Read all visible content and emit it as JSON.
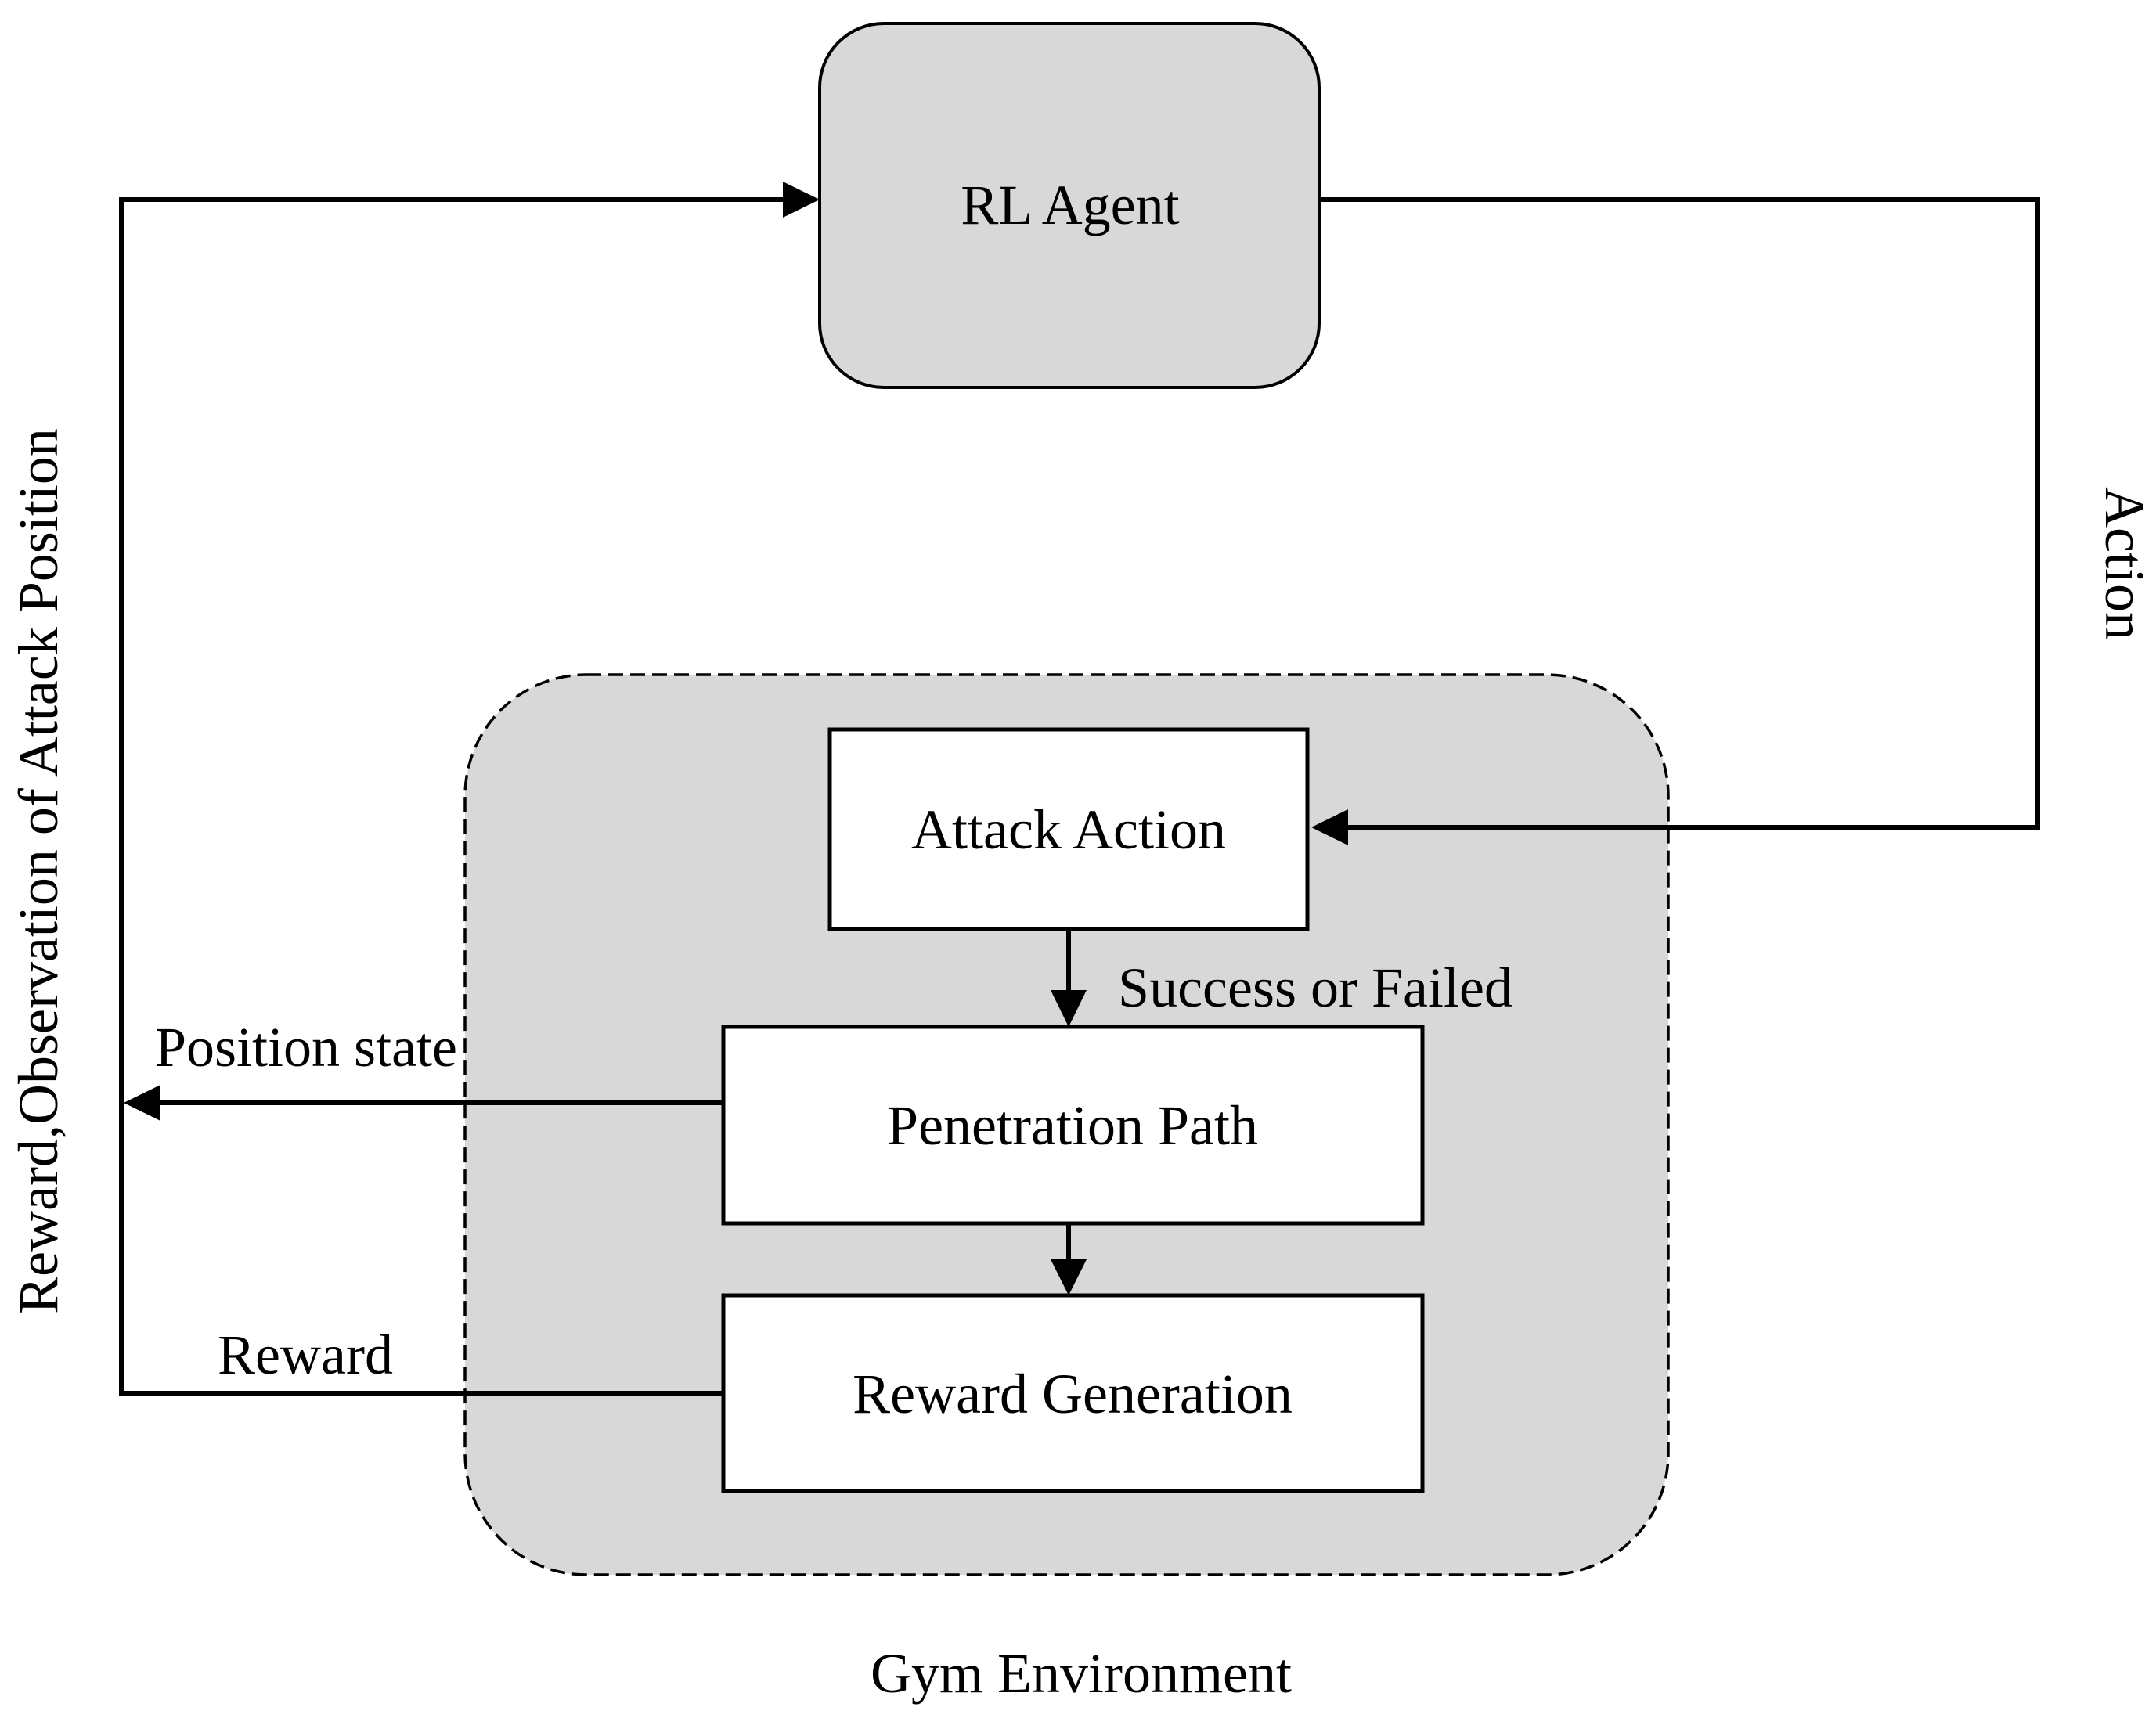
{
  "diagram": {
    "nodes": {
      "rl_agent": {
        "label": "RL Agent"
      },
      "attack_action": {
        "label": "Attack Action"
      },
      "penetration_path": {
        "label": "Penetration Path"
      },
      "reward_generation": {
        "label": "Reward Generation"
      },
      "gym_environment": {
        "label": "Gym Environment"
      }
    },
    "edges": {
      "action": {
        "label": "Action"
      },
      "observation": {
        "label": "Reward,Observation of Attack Position"
      },
      "success_or_failed": {
        "label": "Success or Failed"
      },
      "position_state": {
        "label": "Position state"
      },
      "reward": {
        "label": "Reward"
      }
    },
    "colors": {
      "node_fill": "#d8d8d8",
      "container_fill": "#d8d8d8",
      "inner_box_fill": "#ffffff",
      "line": "#000000"
    }
  }
}
